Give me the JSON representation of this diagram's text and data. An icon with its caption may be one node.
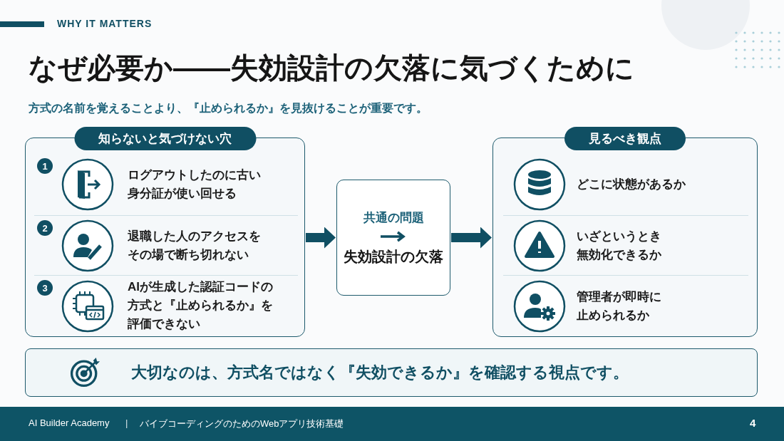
{
  "diagram": {
    "title": "なぜ必要か——失効設計の欠落に気づくために",
    "nodes": [
      {
        "text": [
          "知らないと気づけない穴"
        ]
      },
      {
        "text": [
          "1",
          "ログアウトしたのに古い身分証が使い回せる"
        ],
        "in": 0
      },
      {
        "text": [
          "2",
          "退職した人のアクセスをその場で断ち切れない"
        ],
        "in": 0
      },
      {
        "text": [
          "3",
          "AIが生成した認証コードの方式と『止められるか』を評価できない"
        ],
        "in": 0
      },
      {
        "text": [
          "共通の問題",
          "失効設計の欠落"
        ]
      },
      {
        "text": [
          "見るべき観点"
        ]
      },
      {
        "text": [
          "どこに状態があるか"
        ],
        "in": 5
      },
      {
        "text": [
          "いざというとき無効化できるか"
        ],
        "in": 5
      },
      {
        "text": [
          "管理者が即時に止められるか"
        ],
        "in": 5
      },
      {
        "text": [
          "大切なのは、方式名ではなく『失効できるか』を確認する視点です。"
        ]
      }
    ],
    "edges": [
      {
        "from": 0,
        "to": 4,
        "arrow": "to"
      },
      {
        "from": 4,
        "to": 5,
        "arrow": "to"
      }
    ],
    "labels": [
      "WHY IT MATTERS",
      "方式の名前を覚えることより、『止められるか』を見抜けることが重要です。",
      "AI Builder Academy",
      "|",
      "バイブコーディングのためのWebアプリ技術基礎",
      "4"
    ]
  }
}
